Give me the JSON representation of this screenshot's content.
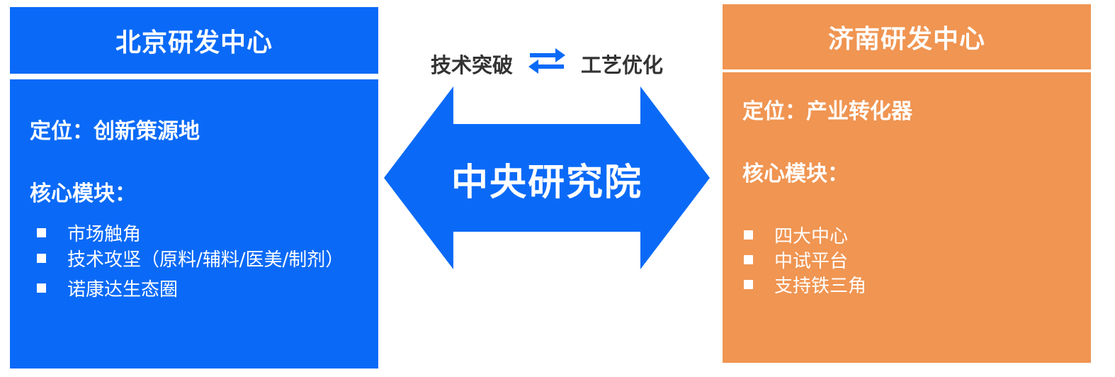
{
  "left_center": {
    "title": "北京研发中心",
    "positioning": "定位：创新策源地",
    "modules_heading": "核心模块：",
    "modules": [
      "市场触角",
      "技术攻坚（原料/辅料/医美/制剂）",
      "诺康达生态圈"
    ]
  },
  "right_center": {
    "title": "济南研发中心",
    "positioning": "定位：产业转化器",
    "modules_heading": "核心模块：",
    "modules": [
      "四大中心",
      "中试平台",
      "支持铁三角"
    ]
  },
  "middle": {
    "relation_left": "技术突破",
    "relation_right": "工艺优化",
    "center": "中央研究院"
  },
  "colors": {
    "blue": "#0a6af7",
    "orange": "#f09552",
    "relation_text": "#333333"
  },
  "icons": {
    "swap": "swap-arrows-icon",
    "double_arrow": "double-headed-arrow-shape",
    "bullet": "square-bullet-icon"
  }
}
